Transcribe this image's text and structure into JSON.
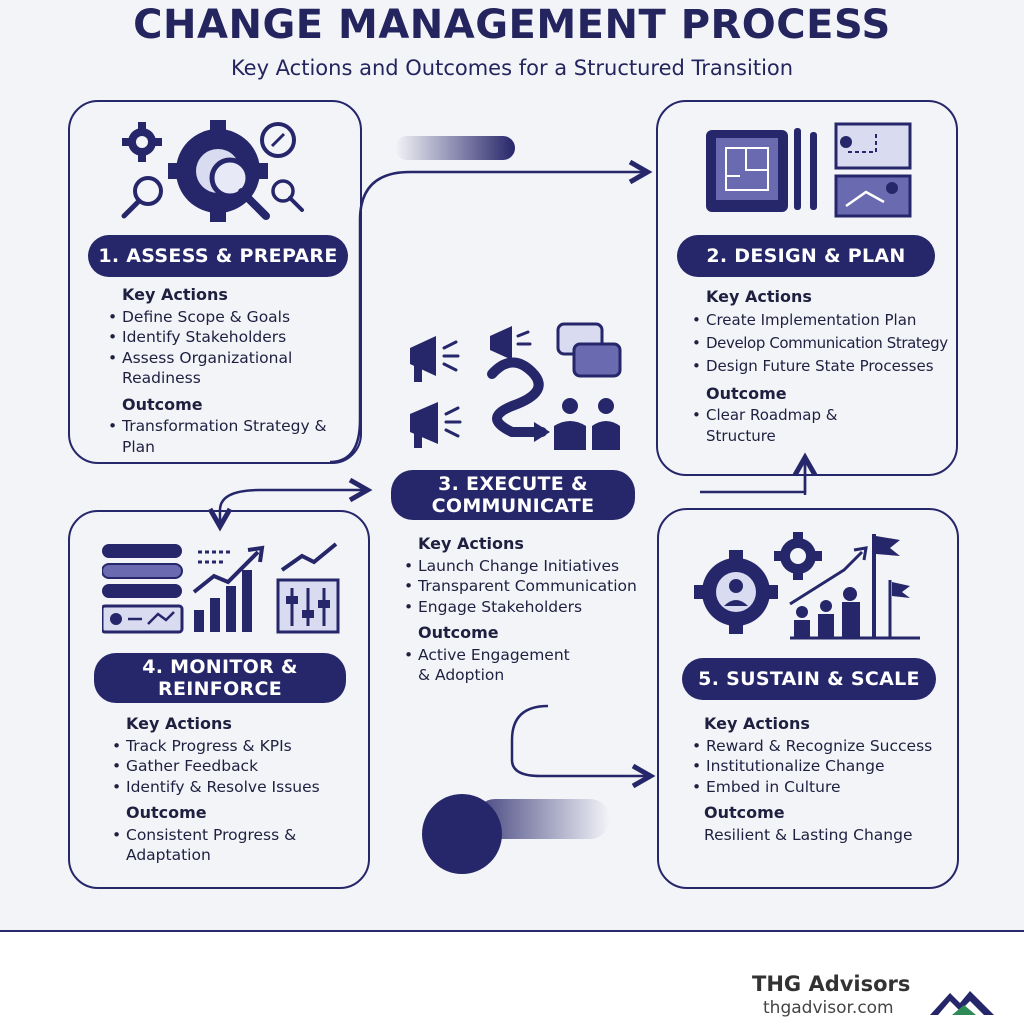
{
  "title": "CHANGE MANAGEMENT PROCESS",
  "subtitle": "Key Actions and Outcomes for a Structured Transition",
  "steps": [
    {
      "label": "1. ASSESS & PREPARE",
      "key_actions_heading": "Key Actions",
      "actions": [
        "Define Scope & Goals",
        "Identify Stakeholders",
        "Assess Organizational Readiness"
      ],
      "outcome_heading": "Outcome",
      "outcome": [
        "Transformation Strategy & Plan"
      ]
    },
    {
      "label": "2. DESIGN & PLAN",
      "key_actions_heading": "Key Actions",
      "actions": [
        "Create Implementation Plan",
        "Develop Communication Strategy",
        "Design Future State Processes"
      ],
      "outcome_heading": "Outcome",
      "outcome": [
        "Clear Roadmap & Structure"
      ]
    },
    {
      "label_line1": "3. EXECUTE &",
      "label_line2": "COMMUNICATE",
      "key_actions_heading": "Key Actions",
      "actions": [
        "Launch Change Initiatives",
        "Transparent Communication",
        "Engage Stakeholders"
      ],
      "outcome_heading": "Outcome",
      "outcome": [
        "Active Engagement & Adoption"
      ]
    },
    {
      "label_line1": "4. MONITOR &",
      "label_line2": "REINFORCE",
      "key_actions_heading": "Key Actions",
      "actions": [
        "Track Progress & KPIs",
        "Gather Feedback",
        "Identify & Resolve Issues"
      ],
      "outcome_heading": "Outcome",
      "outcome": [
        "Consistent Progress & Adaptation"
      ]
    },
    {
      "label": "5. SUSTAIN & SCALE",
      "key_actions_heading": "Key Actions",
      "actions": [
        "Reward & Recognize Success",
        "Institutionalize Change",
        "Embed in Culture"
      ],
      "outcome_heading": "Outcome",
      "outcome": [
        "Resilient & Lasting Change"
      ]
    }
  ],
  "footer": {
    "brand": "THG Advisors",
    "site": "thgadvisor.com"
  },
  "colors": {
    "primary": "#26266a",
    "accent": "#5a5aa8",
    "background": "#f3f4f8"
  },
  "icons": [
    "gear-magnifier-icon",
    "blueprint-map-icon",
    "megaphone-chat-icon",
    "dashboard-chart-icon",
    "gear-growth-flag-icon",
    "thg-mountain-logo"
  ]
}
